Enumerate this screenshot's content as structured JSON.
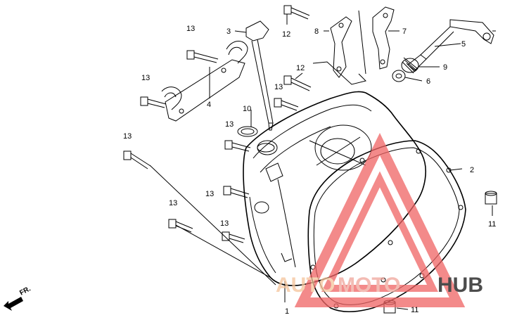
{
  "diagram": {
    "labels": [
      {
        "id": "l1",
        "text": "1"
      },
      {
        "id": "l2",
        "text": "2"
      },
      {
        "id": "l3",
        "text": "3"
      },
      {
        "id": "l4",
        "text": "4"
      },
      {
        "id": "l5",
        "text": "5"
      },
      {
        "id": "l6",
        "text": "6"
      },
      {
        "id": "l7",
        "text": "7"
      },
      {
        "id": "l8",
        "text": "8"
      },
      {
        "id": "l9",
        "text": "9"
      },
      {
        "id": "l10",
        "text": "10"
      },
      {
        "id": "l11a",
        "text": "11"
      },
      {
        "id": "l11b",
        "text": "11"
      },
      {
        "id": "l12a",
        "text": "12"
      },
      {
        "id": "l12b",
        "text": "12"
      },
      {
        "id": "l13a",
        "text": "13"
      },
      {
        "id": "l13b",
        "text": "13"
      },
      {
        "id": "l13c",
        "text": "13"
      },
      {
        "id": "l13d",
        "text": "13"
      },
      {
        "id": "l13e",
        "text": "13"
      },
      {
        "id": "l13f",
        "text": "13"
      },
      {
        "id": "l13g",
        "text": "13"
      },
      {
        "id": "l13h",
        "text": "13"
      }
    ],
    "direction_label": "FR.",
    "watermark": {
      "part1": "AUTO",
      "part2": "MOTO",
      "part3": "HUB",
      "color1": "#f5c49a",
      "color2": "#f0a59a",
      "color3": "#111111",
      "triangle_color": "#f06464"
    }
  }
}
